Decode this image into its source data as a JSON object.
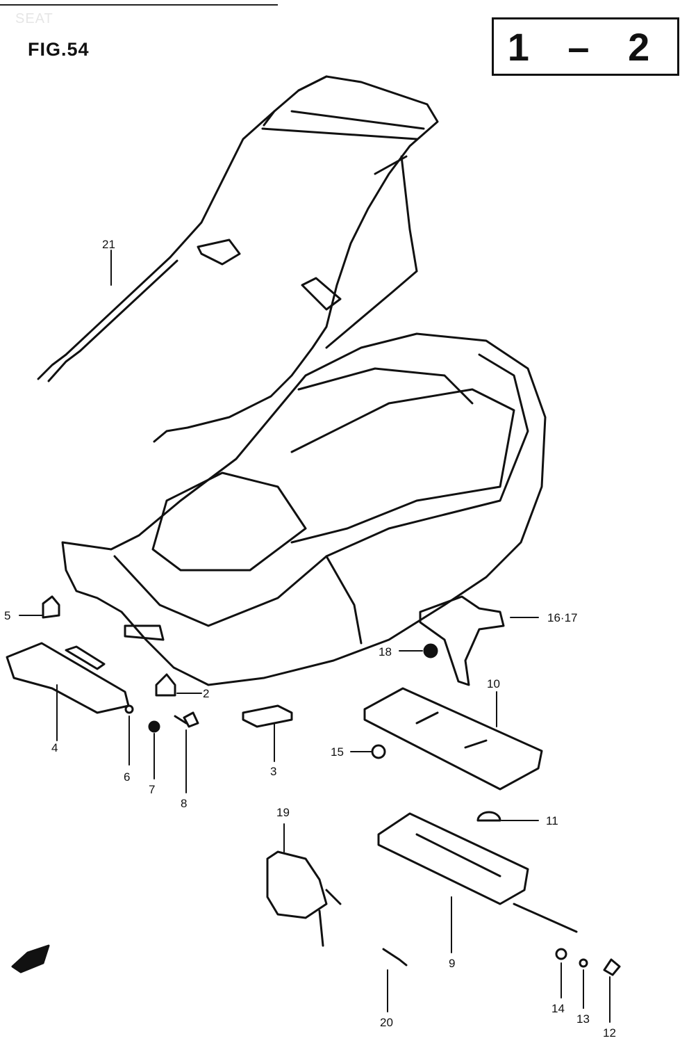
{
  "header": {
    "section": "SEAT",
    "figure": "FIG.54",
    "range": "1 – 2"
  },
  "callouts": {
    "p21": "21",
    "p5": "5",
    "p2": "2",
    "p4": "4",
    "p6": "6",
    "p7": "7",
    "p8": "8",
    "p3": "3",
    "p16_17": "16·17",
    "p18": "18",
    "p10": "10",
    "p15": "15",
    "p11": "11",
    "p19": "19",
    "p9": "9",
    "p14": "14",
    "p13": "13",
    "p12": "12",
    "p20": "20"
  }
}
